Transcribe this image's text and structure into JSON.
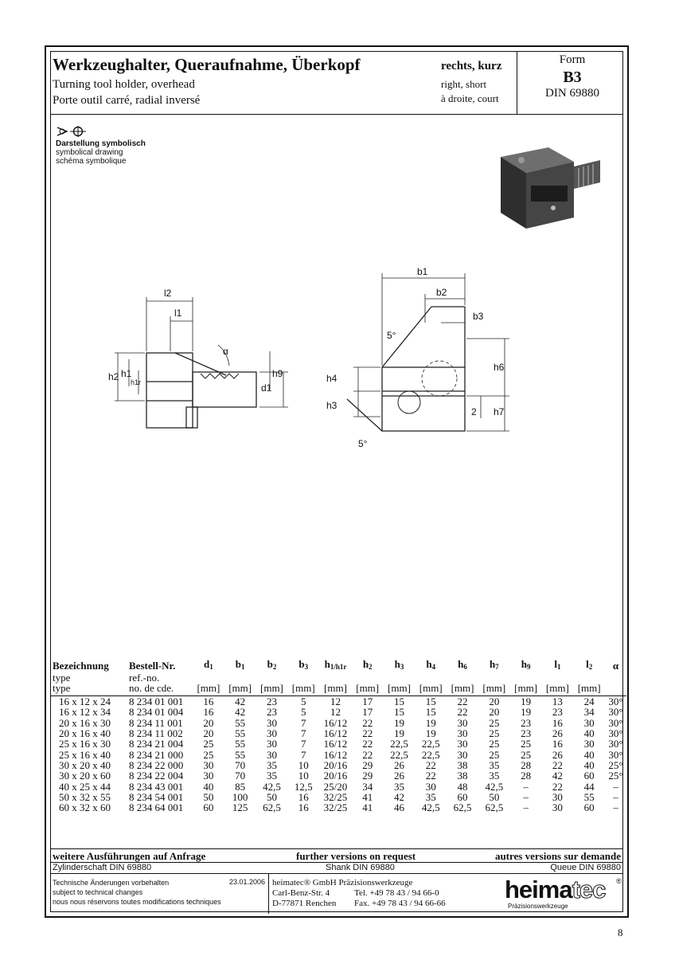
{
  "header": {
    "title_de": "Werkzeughalter, Queraufnahme, Überkopf",
    "title_en": "Turning tool holder, overhead",
    "title_fr": "Porte outil carré, radial inversé",
    "variant_de": "rechts, kurz",
    "variant_en": "right, short",
    "variant_fr": "à droite, court",
    "form_label": "Form",
    "form_code": "B3",
    "din": "DIN 69880"
  },
  "symbol_legend": {
    "de": "Darstellung symbolisch",
    "en": "symbolical drawing",
    "fr": "schéma symbolique"
  },
  "drawing_labels": {
    "l2": "l2",
    "l1": "l1",
    "alpha": "α",
    "h2": "h2",
    "h1": "h1",
    "h1r": "h1r",
    "h9": "h9",
    "d1": "d1",
    "b1": "b1",
    "b2": "b2",
    "b3": "b3",
    "h4": "h4",
    "h3": "h3",
    "h6": "h6",
    "h7": "h7",
    "ang5": "5°",
    "ang5b": "5°",
    "two": "2"
  },
  "table": {
    "head1": [
      "Bezeichnung",
      "Bestell-Nr.",
      "d",
      "b",
      "b",
      "b",
      "h",
      "h",
      "h",
      "h",
      "h",
      "h",
      "h",
      "l",
      "l",
      "α"
    ],
    "head1_sub": [
      "",
      "",
      "1",
      "1",
      "2",
      "3",
      "1/h1r",
      "2",
      "3",
      "4",
      "6",
      "7",
      "9",
      "1",
      "2",
      ""
    ],
    "head2": [
      "type",
      "ref.-no."
    ],
    "head3": [
      "type",
      "no. de cde."
    ],
    "unit": "[mm]",
    "rows": [
      [
        "16 x 12 x 24",
        "8 234 01 001",
        "16",
        "42",
        "23",
        "5",
        "12",
        "17",
        "15",
        "15",
        "22",
        "20",
        "19",
        "13",
        "24",
        "30°"
      ],
      [
        "16 x 12 x 34",
        "8 234 01 004",
        "16",
        "42",
        "23",
        "5",
        "12",
        "17",
        "15",
        "15",
        "22",
        "20",
        "19",
        "23",
        "34",
        "30°"
      ],
      [
        "20 x 16 x 30",
        "8 234 11 001",
        "20",
        "55",
        "30",
        "7",
        "16/12",
        "22",
        "19",
        "19",
        "30",
        "25",
        "23",
        "16",
        "30",
        "30°"
      ],
      [
        "20 x 16 x 40",
        "8 234 11 002",
        "20",
        "55",
        "30",
        "7",
        "16/12",
        "22",
        "19",
        "19",
        "30",
        "25",
        "23",
        "26",
        "40",
        "30°"
      ],
      [
        "25 x 16 x 30",
        "8 234 21 004",
        "25",
        "55",
        "30",
        "7",
        "16/12",
        "22",
        "22,5",
        "22,5",
        "30",
        "25",
        "25",
        "16",
        "30",
        "30°"
      ],
      [
        "25 x 16 x 40",
        "8 234 21 000",
        "25",
        "55",
        "30",
        "7",
        "16/12",
        "22",
        "22,5",
        "22,5",
        "30",
        "25",
        "25",
        "26",
        "40",
        "30°"
      ],
      [
        "30 x 20 x 40",
        "8 234 22 000",
        "30",
        "70",
        "35",
        "10",
        "20/16",
        "29",
        "26",
        "22",
        "38",
        "35",
        "28",
        "22",
        "40",
        "25°"
      ],
      [
        "30 x 20 x 60",
        "8 234 22 004",
        "30",
        "70",
        "35",
        "10",
        "20/16",
        "29",
        "26",
        "22",
        "38",
        "35",
        "28",
        "42",
        "60",
        "25°"
      ],
      [
        "40 x 25 x 44",
        "8 234 43 001",
        "40",
        "85",
        "42,5",
        "12,5",
        "25/20",
        "34",
        "35",
        "30",
        "48",
        "42,5",
        "–",
        "22",
        "44",
        "–"
      ],
      [
        "50 x 32 x 55",
        "8 234 54 001",
        "50",
        "100",
        "50",
        "16",
        "32/25",
        "41",
        "42",
        "35",
        "60",
        "50",
        "–",
        "30",
        "55",
        "–"
      ],
      [
        "60 x 32 x 60",
        "8 234 64 001",
        "60",
        "125",
        "62,5",
        "16",
        "32/25",
        "41",
        "46",
        "42,5",
        "62,5",
        "62,5",
        "–",
        "30",
        "60",
        "–"
      ]
    ]
  },
  "more_versions": {
    "de": "weitere Ausführungen auf Anfrage",
    "en": "further versions on request",
    "fr": "autres versions sur demande"
  },
  "shank": {
    "de": "Zylinderschaft DIN 69880",
    "en": "Shank DIN 69880",
    "fr": "Queue DIN 69880"
  },
  "footer": {
    "note_de": "Technische Änderungen vorbehalten",
    "note_en": "subject to technical changes",
    "note_fr": "nous nous réservons toutes modifications techniques",
    "date": "23.01.2006",
    "company": "heimatec® GmbH  Präzisionswerkzeuge",
    "street": "Carl-Benz-Str. 4",
    "city": "D-77871 Renchen",
    "tel": "Tel. +49 78 43 / 94 66-0",
    "fax": "Fax. +49 78 43 / 94 66-66",
    "logo_a": "heima",
    "logo_b": "tec",
    "logo_reg": "®",
    "logo_tag": "Präzisionswerkzeuge"
  },
  "page_number": "8"
}
